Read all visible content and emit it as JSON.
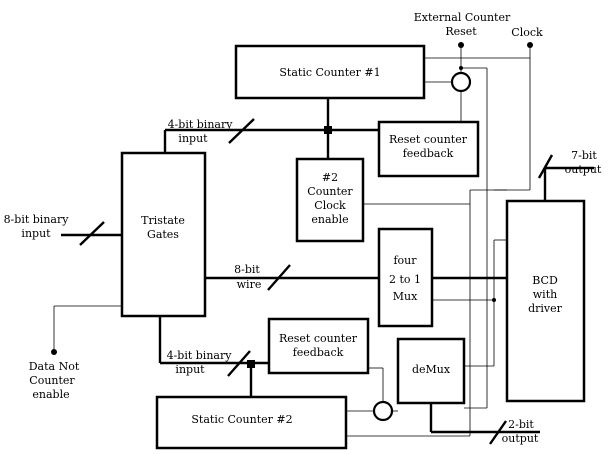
{
  "blocks": {
    "static_counter_1": "Static Counter #1",
    "static_counter_2": "Static Counter #2",
    "tristate_gates": [
      "Tristate",
      "Gates"
    ],
    "counter2_clock_enable": [
      "#2",
      "Counter",
      "Clock",
      "enable"
    ],
    "reset_feedback_top": [
      "Reset counter",
      "feedback"
    ],
    "reset_feedback_bottom": [
      "Reset counter",
      "feedback"
    ],
    "mux": [
      "four",
      "2 to 1",
      "Mux"
    ],
    "demux": "deMux",
    "bcd_driver": [
      "BCD",
      "with",
      "driver"
    ]
  },
  "labels": {
    "external_counter_reset": [
      "External Counter",
      "Reset"
    ],
    "clock": "Clock",
    "top_4bit": [
      "4-bit binary",
      "input"
    ],
    "bottom_4bit": [
      "4-bit binary",
      "input"
    ],
    "input_8bit": [
      "8-bit binary",
      "input"
    ],
    "wire_8bit": [
      "8-bit",
      "wire"
    ],
    "output_7bit": [
      "7-bit",
      "output"
    ],
    "output_2bit": [
      "2-bit",
      "output"
    ],
    "data_not_counter": [
      "Data Not",
      "Counter",
      "enable"
    ]
  }
}
